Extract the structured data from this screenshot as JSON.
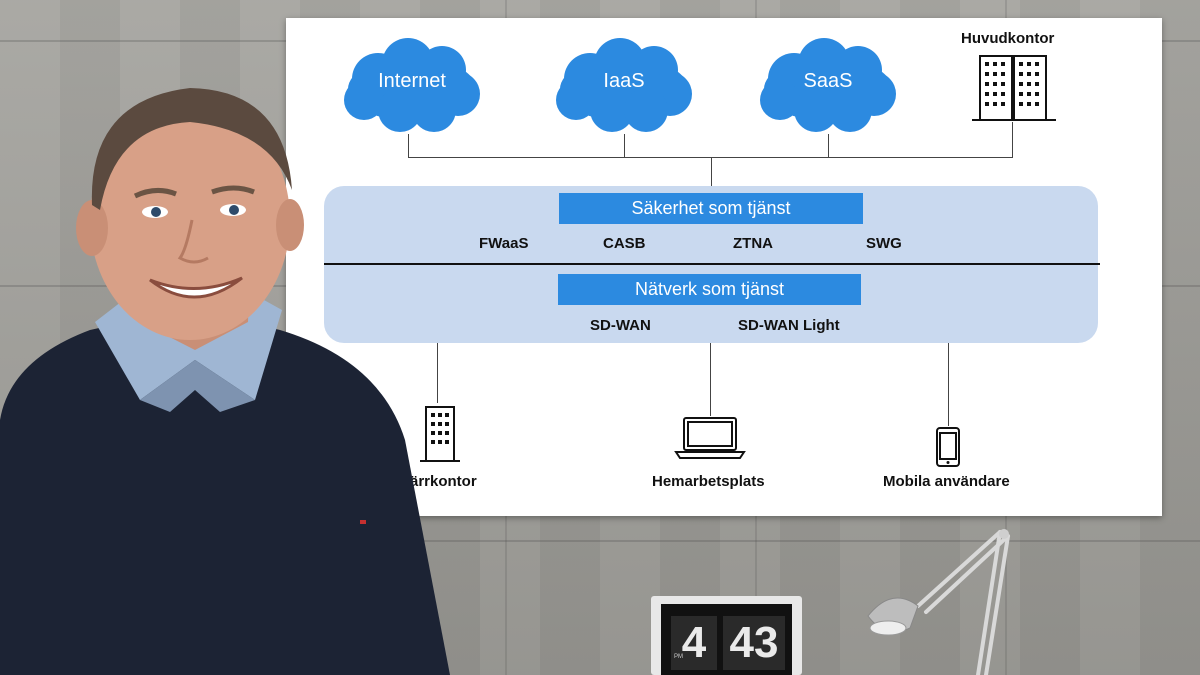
{
  "diagram": {
    "clouds": [
      "Internet",
      "IaaS",
      "SaaS"
    ],
    "hq_label": "Huvudkontor",
    "security_title": "Säkerhet som tjänst",
    "security_items": [
      "FWaaS",
      "CASB",
      "ZTNA",
      "SWG"
    ],
    "network_title": "Nätverk som tjänst",
    "network_items": [
      "SD-WAN",
      "SD-WAN Light"
    ],
    "endpoints": [
      "ärrkontor",
      "Hemarbetsplats",
      "Mobila användare"
    ]
  },
  "clock": {
    "hour": "4",
    "minutes": "43",
    "pm": "PM"
  },
  "colors": {
    "cloud": "#2c8ae0",
    "band": "#c9d9ef",
    "bar": "#2c8ae0"
  }
}
